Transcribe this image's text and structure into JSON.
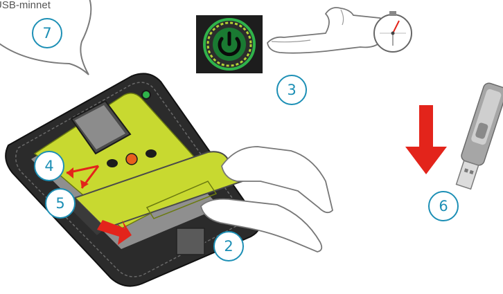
{
  "callout": {
    "text": "USB-minnet"
  },
  "markers": {
    "m2": "2",
    "m3": "3",
    "m4": "4",
    "m5": "5",
    "m6": "6",
    "m7": "7"
  },
  "colors": {
    "marker_stroke": "#1c8fb5",
    "arrow_red": "#e3241b",
    "device_lime": "#c8d930",
    "device_dark": "#2b2b2b",
    "power_green": "#2fb34a",
    "usb_metal": "#9a9a9a"
  },
  "icons": [
    "speech-bubble-icon",
    "power-button-icon",
    "pointing-hand-icon",
    "stopwatch-icon",
    "down-arrow-icon",
    "usb-stick-icon",
    "aed-device-icon",
    "hands-icon"
  ]
}
